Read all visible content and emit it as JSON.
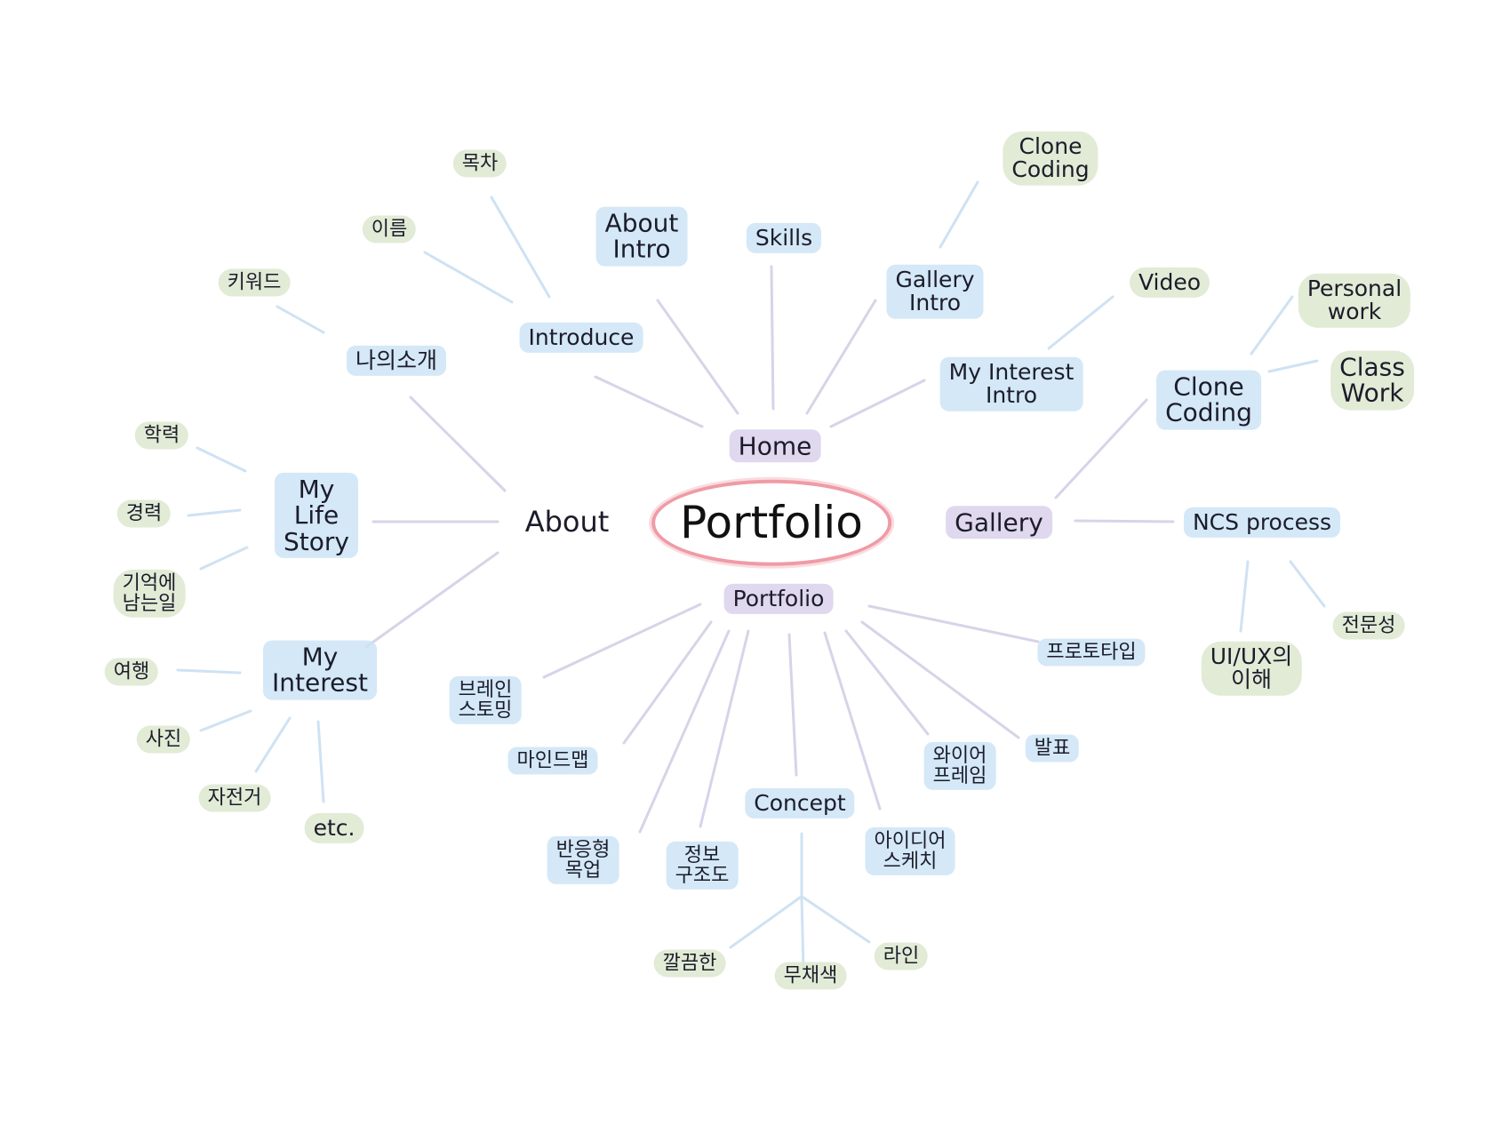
{
  "colors": {
    "main_link": "#d8d3e8",
    "sub_link": "#cfe2f3",
    "center_ring": "#ef9ba6",
    "main_bg": "#dbd4ec",
    "sub_bg": "#cce4f6",
    "leaf_bg": "#dee9d2"
  },
  "center": {
    "label": "Portfolio"
  },
  "main": {
    "home": "Home",
    "about": "About",
    "gallery": "Gallery",
    "portfolio": "Portfolio"
  },
  "home_branch": {
    "introduce": "Introduce",
    "about_intro": [
      "About",
      "Intro"
    ],
    "skills": "Skills",
    "gallery_intro": [
      "Gallery",
      "Intro"
    ],
    "my_interest_intro": [
      "My Interest",
      "Intro"
    ],
    "mokcha": "목차",
    "ireum": "이름",
    "clone_coding": [
      "Clone",
      "Coding"
    ],
    "video": "Video"
  },
  "about_branch": {
    "naui_sogae": "나의소개",
    "keyword": "키워드",
    "my_life_story": [
      "My",
      "Life",
      "Story"
    ],
    "hakryeok": "학력",
    "gyeongryeok": "경력",
    "memory": [
      "기억에",
      "남는일"
    ],
    "my_interest": [
      "My",
      "Interest"
    ],
    "travel": "여행",
    "photo": "사진",
    "bicycle": "자전거",
    "etc": "etc."
  },
  "gallery_branch": {
    "clone_coding": [
      "Clone",
      "Coding"
    ],
    "personal_work": [
      "Personal",
      "work"
    ],
    "class_work": [
      "Class",
      "Work"
    ],
    "ncs_process": "NCS process",
    "uiux": [
      "UI/UX의",
      "이해"
    ],
    "expertise": "전문성"
  },
  "portfolio_branch": {
    "brainstorming": [
      "브레인",
      "스토밍"
    ],
    "mindmap": "마인드맵",
    "responsive": [
      "반응형",
      "목업"
    ],
    "info_structure": [
      "정보",
      "구조도"
    ],
    "concept": "Concept",
    "idea_sketch": [
      "아이디어",
      "스케치"
    ],
    "wireframe": [
      "와이어",
      "프레임"
    ],
    "presentation": "발표",
    "prototype": "프로토타입",
    "clean": "깔끔한",
    "achromatic": "무채색",
    "line": "라인"
  }
}
